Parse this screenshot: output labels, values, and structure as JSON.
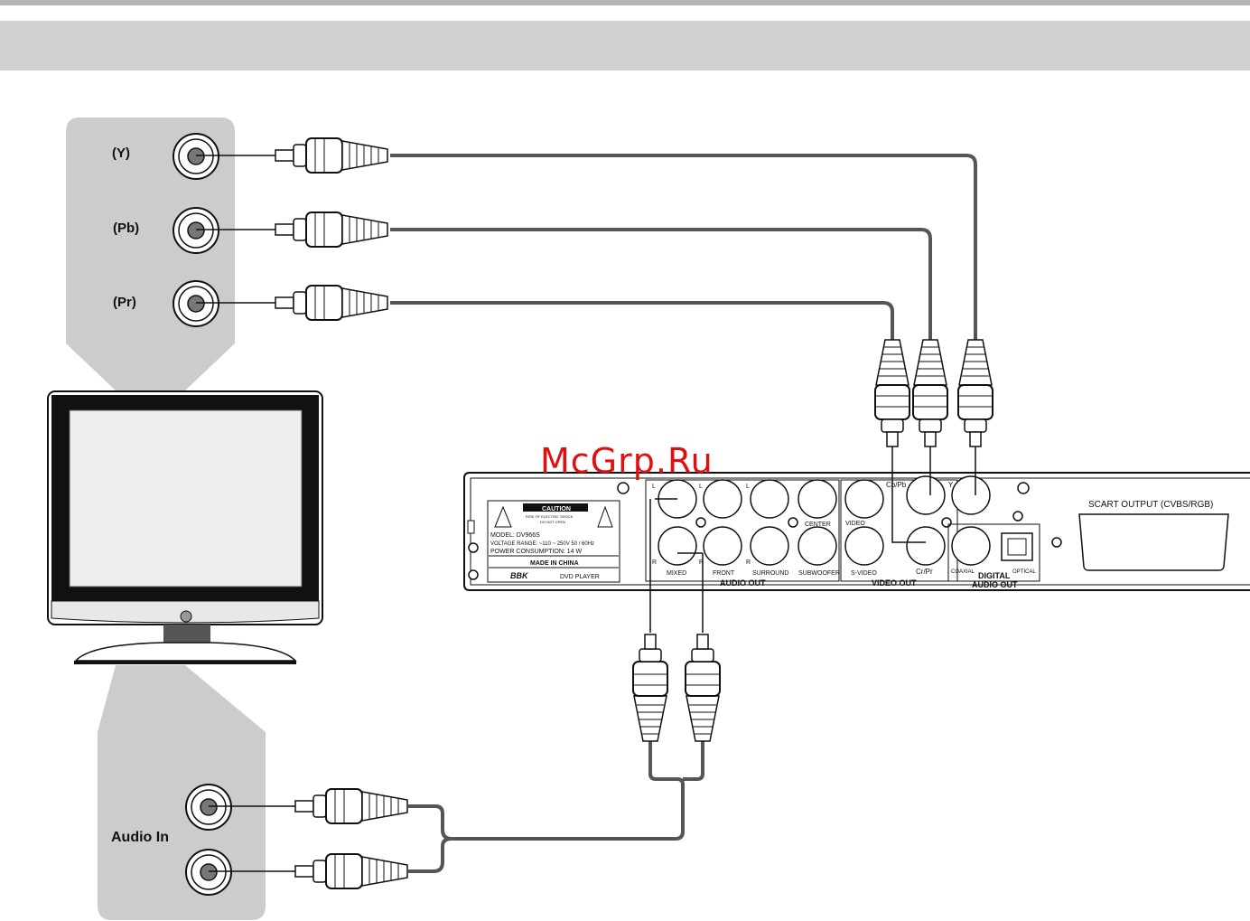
{
  "watermark": "McGrp.Ru",
  "tv_inputs": {
    "y": "(Y)",
    "pb": "(Pb)",
    "pr": "(Pr)",
    "audio_in": "Audio In"
  },
  "dvd_panel": {
    "scart": "SCART OUTPUT (CVBS/RGB)",
    "audio_out": "AUDIO OUT",
    "video_out": "VIDEO OUT",
    "digital_audio_out_1": "DIGITAL",
    "digital_audio_out_2": "AUDIO OUT",
    "jack_labels": {
      "mixed": "MIXED",
      "front": "FRONT",
      "surround": "SURROUND",
      "center": "CENTER",
      "subwoofer": "SUBWOOFER",
      "video": "VIDEO",
      "s_video": "S-VIDEO",
      "cb_pb": "Cb/Pb",
      "cr_pr": "Cr/Pr",
      "y": "Y",
      "coaxial": "COAXIAL",
      "optical": "OPTICAL",
      "l": "L",
      "r": "R"
    },
    "plate": {
      "caution": "CAUTION",
      "warning_1": "RISK OF ELECTRIC SHOCK",
      "warning_2": "DO NOT OPEN",
      "model": "MODEL:  DV966S",
      "voltage": "VOLTAGE RANGE: ~110 ~ 250V  50 / 60Hz",
      "power": "POWER CONSUMPTION: 14 W",
      "made_in": "MADE IN CHINA",
      "brand": "BBK",
      "product": "DVD PLAYER"
    }
  },
  "colors": {
    "band": "#d0d0d0",
    "topline": "#b5b5b5",
    "panel": "#cccccc",
    "cable": "#555555"
  }
}
